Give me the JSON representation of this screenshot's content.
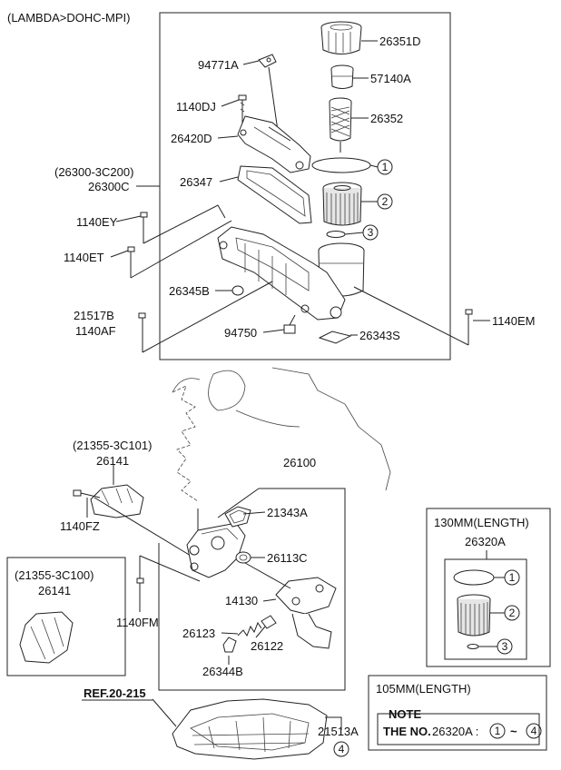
{
  "header": {
    "engine": "(LAMBDA>DOHC-MPI)"
  },
  "labels": {
    "p26351D": "26351D",
    "p57140A": "57140A",
    "p26352": "26352",
    "p94771A": "94771A",
    "p1140DJ": "1140DJ",
    "p26420D": "26420D",
    "p26300_3C200": "(26300-3C200)",
    "p26300C": "26300C",
    "p26347": "26347",
    "p1140EY": "1140EY",
    "p1140ET": "1140ET",
    "p26345B": "26345B",
    "p21517B": "21517B",
    "p1140AF": "1140AF",
    "p94750": "94750",
    "p26343S": "26343S",
    "p1140EM": "1140EM",
    "p21355_3C101": "(21355-3C101)",
    "p26141_top": "26141",
    "p1140FZ": "1140FZ",
    "p26100": "26100",
    "p21343A": "21343A",
    "p26113C": "26113C",
    "p21355_3C100": "(21355-3C100)",
    "p26141_left": "26141",
    "p1140FM": "1140FM",
    "p14130": "14130",
    "p26123": "26123",
    "p26122": "26122",
    "p26344B": "26344B",
    "ref": "REF.20-215",
    "p21513A": "21513A"
  },
  "callouts": {
    "c1": "1",
    "c2": "2",
    "c3": "3",
    "c4": "4"
  },
  "box130": {
    "title": "130MM(LENGTH)",
    "part": "26320A"
  },
  "box105": {
    "title": "105MM(LENGTH)",
    "note_title": "NOTE",
    "the_no": "THE NO.",
    "part": "26320A :",
    "range_sep": "~"
  }
}
